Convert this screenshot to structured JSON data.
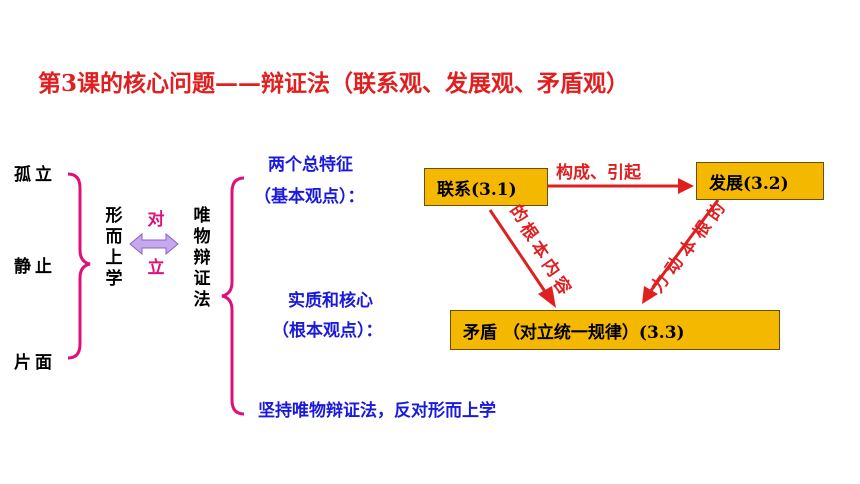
{
  "title": "第3课的核心问题——辩证法（联系观、发展观、矛盾观）",
  "left": {
    "metaphysics_traits": [
      "孤立",
      "静止",
      "片面"
    ],
    "metaphysics_label": [
      "形",
      "而",
      "上",
      "学"
    ],
    "opposition_label": [
      "对",
      "立"
    ],
    "dialectics_label": [
      "唯",
      "物",
      "辩",
      "证",
      "法"
    ]
  },
  "features": {
    "heading_line1": "两个总特征",
    "heading_line2": "（基本观点）：",
    "essence_line1": "实质和核心",
    "essence_line2": "（根本观点）："
  },
  "boxes": {
    "connection": "联系(3.1)",
    "development": "发展(3.2)",
    "contradiction": "矛盾  （对立统一规律）(3.3)"
  },
  "arrow_labels": {
    "top": "构成、引起",
    "left_diag": [
      "的",
      "根",
      "本",
      "内",
      "容"
    ],
    "right_diag": [
      "的",
      "根",
      "本",
      "动",
      "力"
    ]
  },
  "conclusion": "坚持唯物辩证法，反对形而上学",
  "colors": {
    "title": "#e02020",
    "box_fill": "#f5b800",
    "blue_text": "#1a1adc",
    "magenta": "#e0107a",
    "arrow": "#e02020"
  }
}
